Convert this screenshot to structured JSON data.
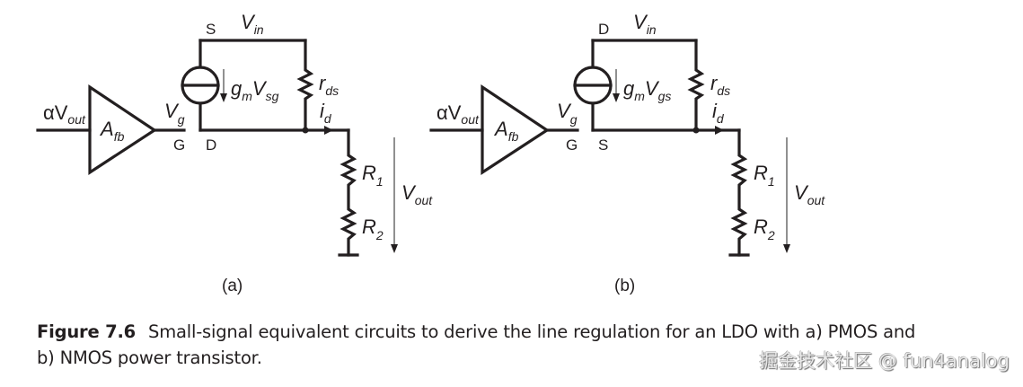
{
  "circuit_a": {
    "input_label": "αV",
    "input_sub": "out",
    "amp_label": "A",
    "amp_sub": "fb",
    "vg_label": "V",
    "vg_sub": "g",
    "gate_label": "G",
    "top_terminal": "S",
    "bottom_terminal": "D",
    "vin_label": "V",
    "vin_sub": "in",
    "gm_label": "g",
    "gm_sub": "m",
    "gm_v": "V",
    "gm_vsub": "sg",
    "rds_label": "r",
    "rds_sub": "ds",
    "id_label": "i",
    "id_sub": "d",
    "r1_label": "R",
    "r1_sub": "1",
    "r2_label": "R",
    "r2_sub": "2",
    "vout_label": "V",
    "vout_sub": "out",
    "caption": "(a)"
  },
  "circuit_b": {
    "input_label": "αV",
    "input_sub": "out",
    "amp_label": "A",
    "amp_sub": "fb",
    "vg_label": "V",
    "vg_sub": "g",
    "gate_label": "G",
    "top_terminal": "D",
    "bottom_terminal": "S",
    "vin_label": "V",
    "vin_sub": "in",
    "gm_label": "g",
    "gm_sub": "m",
    "gm_v": "V",
    "gm_vsub": "gs",
    "rds_label": "r",
    "rds_sub": "ds",
    "id_label": "i",
    "id_sub": "d",
    "r1_label": "R",
    "r1_sub": "1",
    "r2_label": "R",
    "r2_sub": "2",
    "vout_label": "V",
    "vout_sub": "out",
    "caption": "(b)"
  },
  "figure_caption": {
    "label": "Figure 7.6",
    "text_line1": "Small-signal equivalent circuits to derive the line regulation for an LDO with a) PMOS and",
    "text_line2": "b) NMOS power transistor."
  },
  "watermark": "掘金技术社区 @ fun4analog"
}
